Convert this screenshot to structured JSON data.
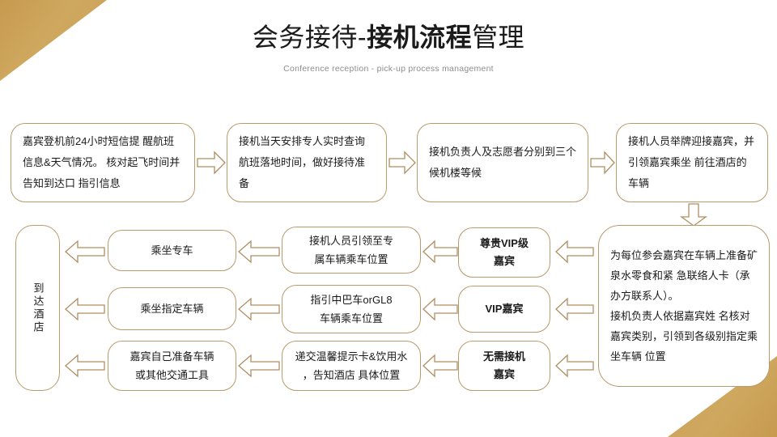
{
  "slide": {
    "title_light_1": "会务接待-",
    "title_bold": "接机流程",
    "title_light_2": "管理",
    "subtitle": "Conference reception  - pick-up process management",
    "accent_gold": "#c89c52",
    "box_border": "#b99a6b",
    "arrow_stroke": "#b08e62",
    "text_color": "#1a1a1a",
    "subtitle_color": "#8d8d8d"
  },
  "top_row": [
    {
      "id": "step-1",
      "text": "嘉宾登机前24小时短信提 醒航班信息&天气情况。 核对起飞时间并告知到达口 指引信息"
    },
    {
      "id": "step-2",
      "text": "接机当天安排专人实时查询航班落地时间，做好接待准备"
    },
    {
      "id": "step-3",
      "text": "接机负责人及志愿者分别到三个候机楼等候"
    },
    {
      "id": "step-4",
      "text": "接机人员举牌迎接嘉宾，并引领嘉宾乘坐 前往酒店的车辆"
    }
  ],
  "dispatch_box": {
    "id": "dispatch-detail",
    "text": "为每位参会嘉宾在车辆上准备矿泉水零食和紧 急联络人卡（承办方联系人）。\n接机负责人依据嘉宾姓 名核对嘉宾类别，引领到各级别指定乘坐车辆 位置"
  },
  "guest_tiers": [
    {
      "id": "tier-vvip",
      "label": "尊贵VIP级\n嘉宾"
    },
    {
      "id": "tier-vip",
      "label": "VIP嘉宾"
    },
    {
      "id": "tier-none",
      "label": "无需接机\n嘉宾"
    }
  ],
  "guide_actions": [
    {
      "id": "guide-vvip",
      "text": "接机人员引领至专\n属车辆乘车位置"
    },
    {
      "id": "guide-vip",
      "text": "指引中巴车orGL8\n车辆乘车位置"
    },
    {
      "id": "guide-none",
      "text": "递交温馨提示卡&饮用水\n，告知酒店 具体位置"
    }
  ],
  "transport_modes": [
    {
      "id": "mode-vvip",
      "text": "乘坐专车"
    },
    {
      "id": "mode-vip",
      "text": "乘坐指定车辆"
    },
    {
      "id": "mode-none",
      "text": "嘉宾自己准备车辆\n或其他交通工具"
    }
  ],
  "destination": {
    "id": "arrive-hotel",
    "label": "到达酒店"
  }
}
